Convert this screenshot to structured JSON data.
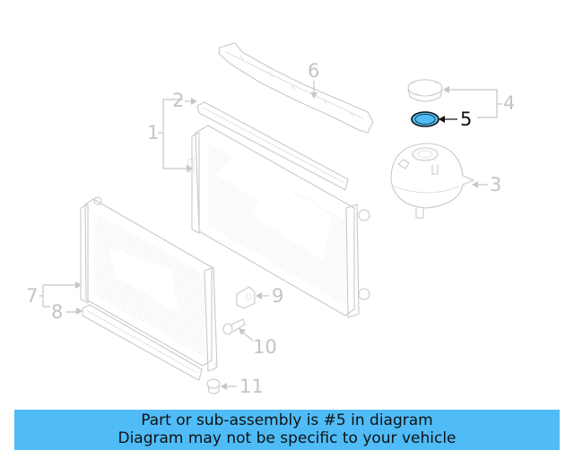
{
  "diagram": {
    "highlighted_part": "5",
    "highlight_color": "#4fbcf7",
    "callouts": [
      {
        "number": "1",
        "part": "radiator-assembly"
      },
      {
        "number": "2",
        "part": "upper-seal-strip"
      },
      {
        "number": "3",
        "part": "coolant-expansion-tank"
      },
      {
        "number": "4",
        "part": "expansion-tank-cap"
      },
      {
        "number": "5",
        "part": "cap-gasket"
      },
      {
        "number": "6",
        "part": "upper-air-deflector"
      },
      {
        "number": "7",
        "part": "condenser"
      },
      {
        "number": "8",
        "part": "lower-seal-strip"
      },
      {
        "number": "9",
        "part": "mounting-bracket"
      },
      {
        "number": "10",
        "part": "bolt"
      },
      {
        "number": "11",
        "part": "grommet"
      }
    ]
  },
  "banner": {
    "line1": "Part or sub-assembly is #5 in diagram",
    "line2": "Diagram may not be specific to your vehicle",
    "background": "#4fbcf7"
  }
}
